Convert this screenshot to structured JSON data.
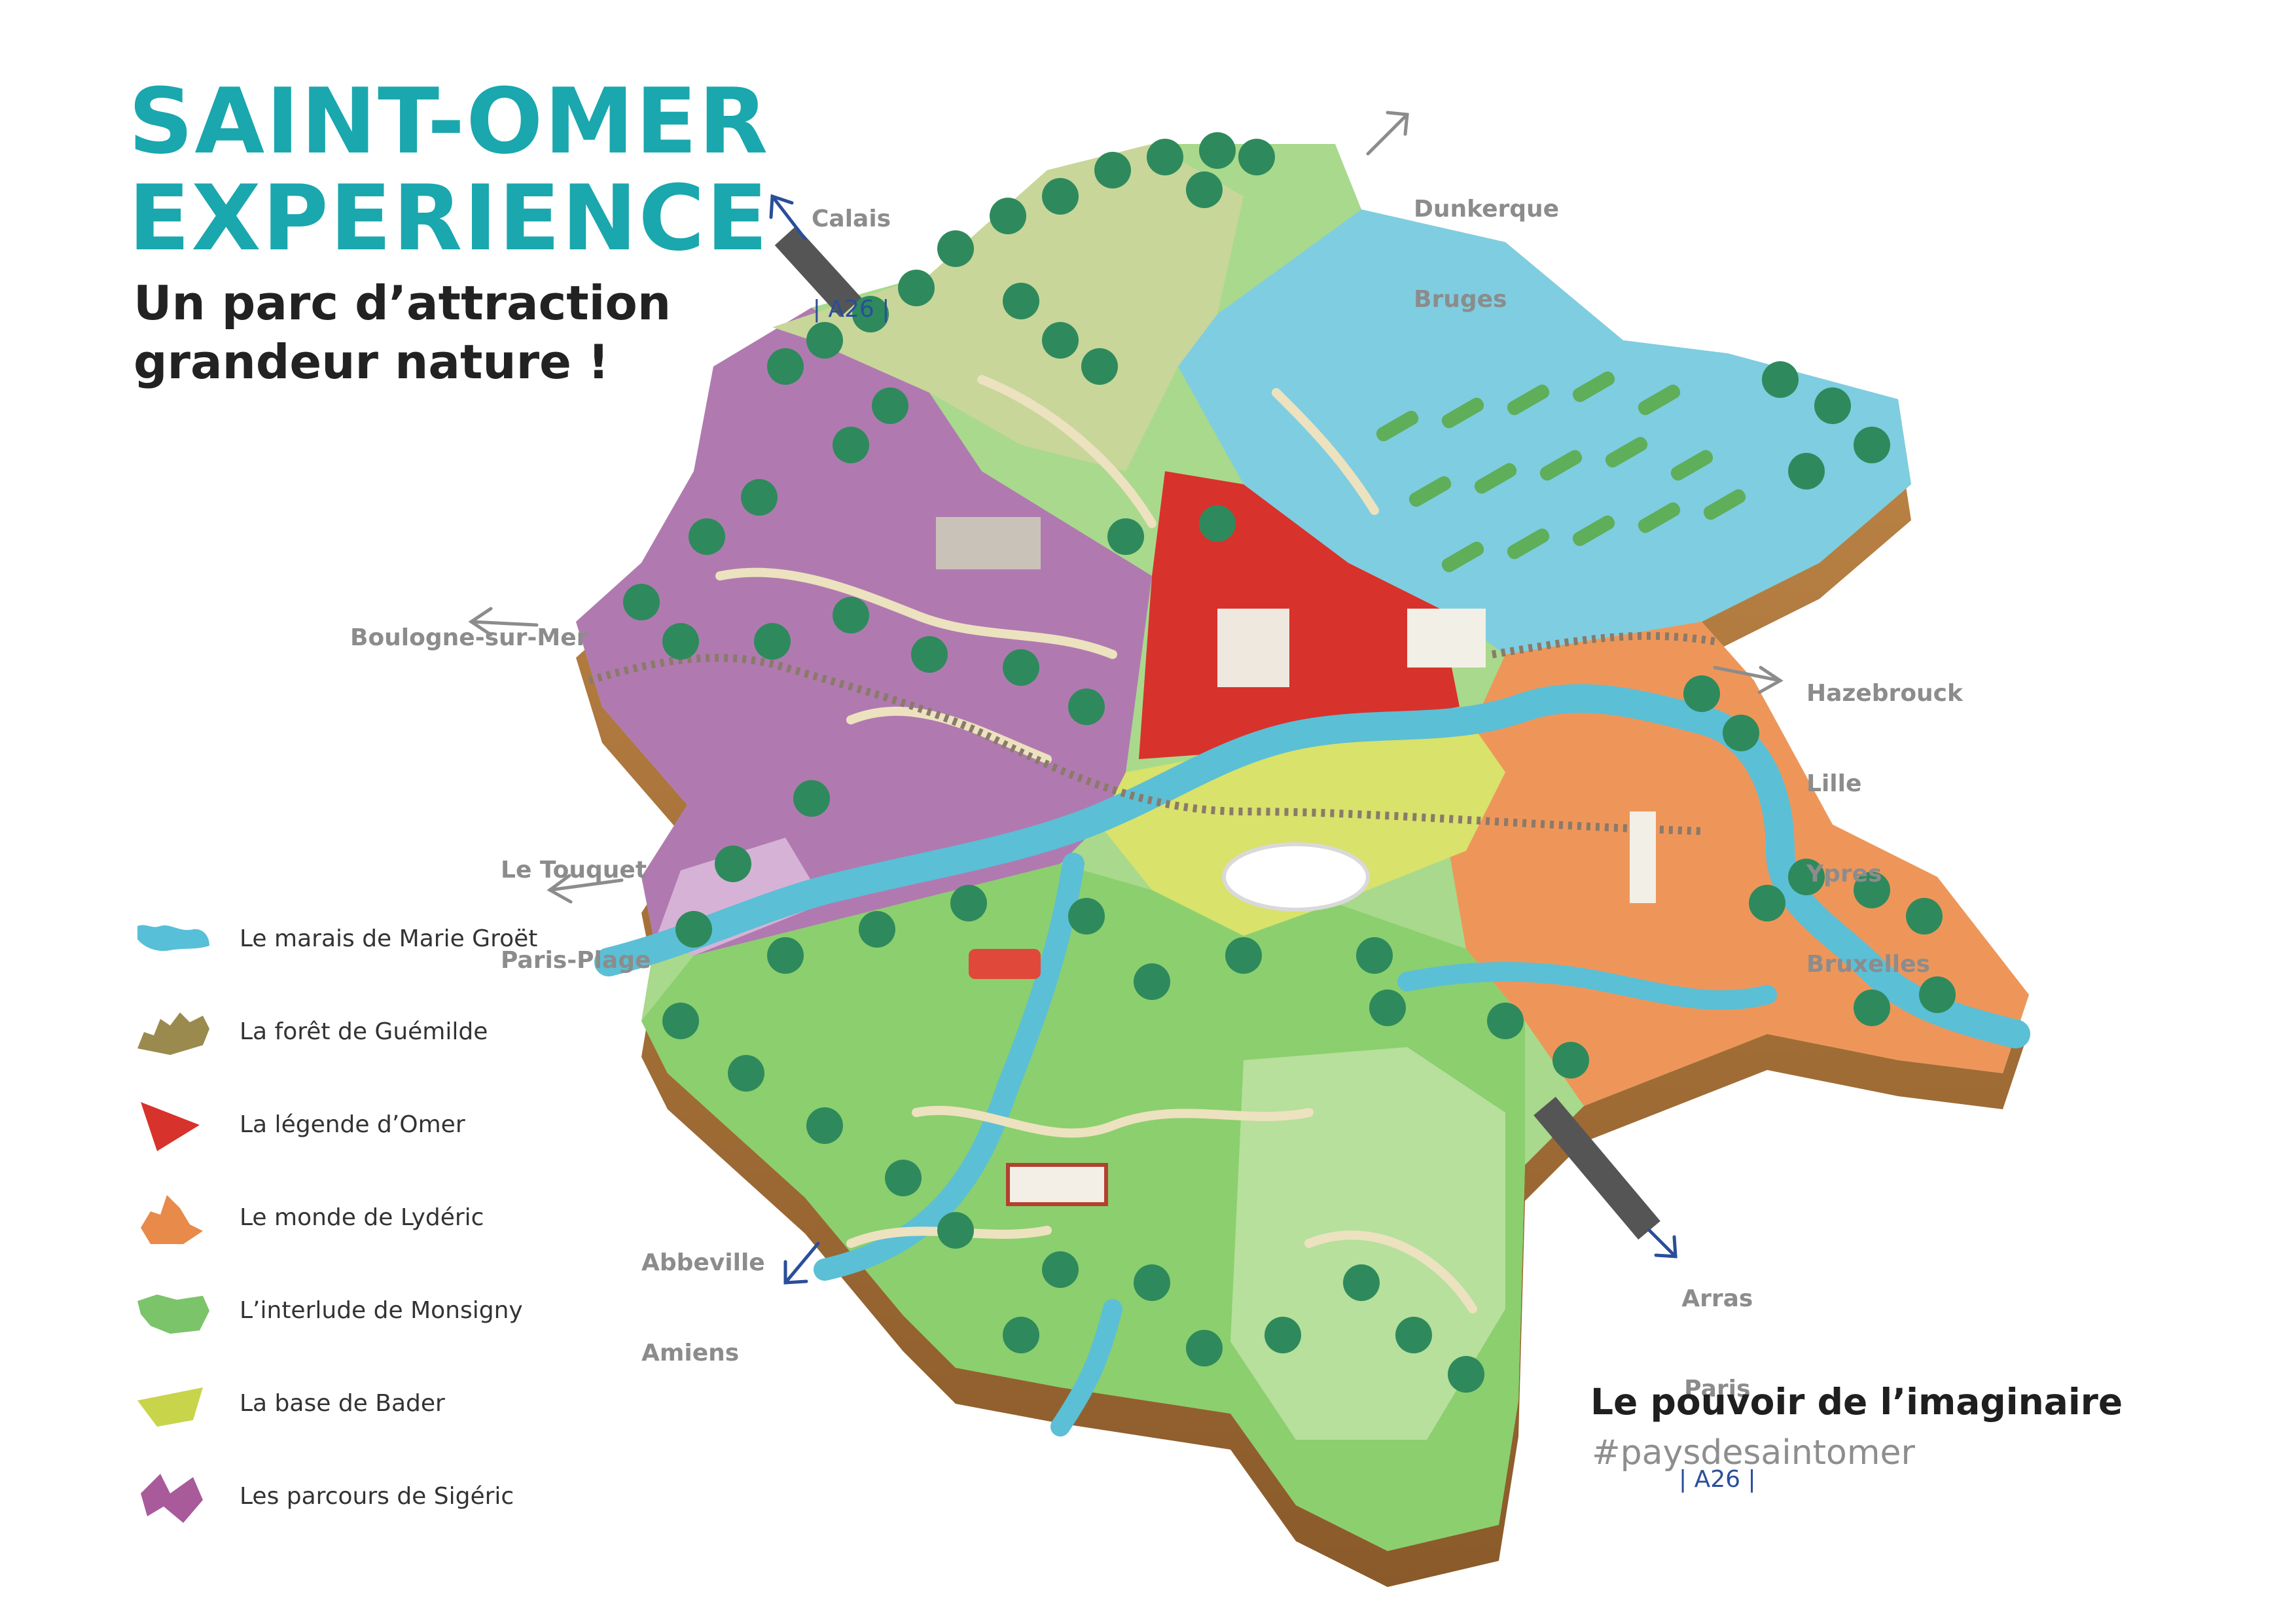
{
  "header": {
    "title_line1": "SAINT-OMER",
    "title_line2": "EXPERIENCE",
    "subtitle_line1": "Un parc d’attraction",
    "subtitle_line2": "grandeur nature !"
  },
  "directions": {
    "calais": {
      "city": "Calais",
      "road": "| A26 |"
    },
    "dunkerque": {
      "line1": "Dunkerque",
      "line2": "Bruges"
    },
    "boulogne": {
      "city": "Boulogne-sur-Mer"
    },
    "hazebrouck": {
      "line1": "Hazebrouck",
      "line2": "Lille",
      "line3": "Ypres",
      "line4": "Bruxelles"
    },
    "touquet": {
      "line1": "Le Touquet",
      "line2": "Paris-Plage"
    },
    "abbeville": {
      "line1": "Abbeville",
      "line2": "Amiens"
    },
    "arras": {
      "line1": "Arras",
      "line2": "Paris",
      "road": "| A26 |"
    }
  },
  "legend": {
    "items": [
      {
        "label": "Le marais de Marie Groët",
        "color": "#58bfd8"
      },
      {
        "label": "La forêt de Guémilde",
        "color": "#9a8a4e"
      },
      {
        "label": "La légende d’Omer",
        "color": "#d8322c"
      },
      {
        "label": "Le monde de Lydéric",
        "color": "#e88a4a"
      },
      {
        "label": "L’interlude de Monsigny",
        "color": "#7cc46a"
      },
      {
        "label": "La base de Bader",
        "color": "#c8d44a"
      },
      {
        "label": "Les parcours de Sigéric",
        "color": "#a85a9a"
      }
    ]
  },
  "footer": {
    "slogan": "Le pouvoir de l’imaginaire",
    "hashtag": "#paysdesaintomer"
  },
  "colors": {
    "title": "#1aa7ae",
    "water": "#5bbfd6",
    "forest": "#9a8a4e",
    "legend_red": "#d8322c",
    "orange": "#e88a4a",
    "green": "#7cc46a",
    "yellow_green": "#c8d44a",
    "purple": "#a85a9a",
    "tree": "#2e8a5c",
    "road_blue": "#2a4e9a"
  }
}
